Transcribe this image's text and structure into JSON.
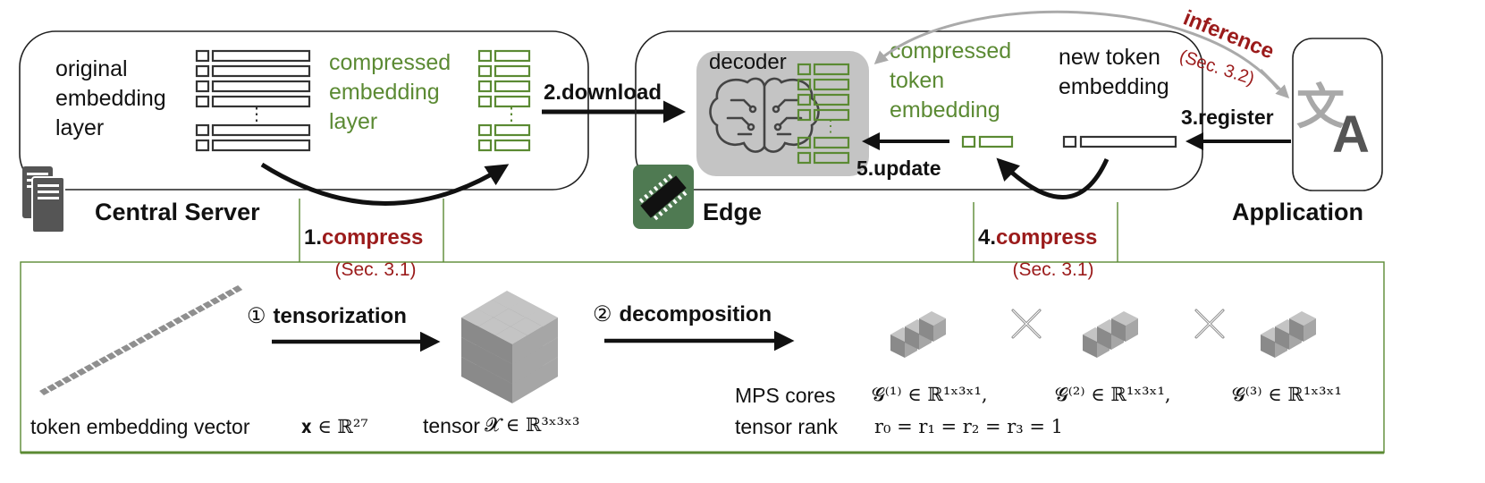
{
  "server": {
    "title": "Central Server",
    "original_label": [
      "original",
      "embedding",
      "layer"
    ],
    "compressed_label": [
      "compressed",
      "embedding",
      "layer"
    ]
  },
  "edge": {
    "title": "Edge",
    "decoder_label": "decoder",
    "compressed_token_label": [
      "compressed",
      "token",
      "embedding"
    ],
    "new_token_label": [
      "new token",
      "embedding"
    ]
  },
  "application": {
    "title": "Application"
  },
  "steps": {
    "compress1_num": "1.",
    "compress1_word": "compress",
    "compress1_ref": "(Sec. 3.1)",
    "download": "2.download",
    "register": "3.register",
    "compress4_num": "4.",
    "compress4_word": "compress",
    "compress4_ref": "(Sec. 3.1)",
    "update": "5.update",
    "inference": "inference",
    "inference_ref": "(Sec. 3.2)"
  },
  "bottom": {
    "step1_symbol": "①",
    "step1_label": "tensorization",
    "step2_symbol": "②",
    "step2_label": "decomposition",
    "vector_label": "token embedding vector",
    "vector_math": "𝐱 ∈ ℝ²⁷",
    "tensor_label": "tensor",
    "tensor_math": "𝓧 ∈ ℝ³ˣ³ˣ³",
    "mps_label": "MPS cores",
    "core1": "𝓖⁽¹⁾ ∈ ℝ¹ˣ³ˣ¹,",
    "core2": "𝓖⁽²⁾ ∈ ℝ¹ˣ³ˣ¹,",
    "core3": "𝓖⁽³⁾ ∈ ℝ¹ˣ³ˣ¹",
    "rank_label": "tensor rank",
    "rank_math": "r₀ = r₁ = r₂ = r₃ = 1"
  },
  "colors": {
    "green": "#5b8a33",
    "red": "#9b1b1b",
    "dark": "#111111",
    "gray_icon": "#555555",
    "cube_gray": "#9a9a9a",
    "chip_green": "#4f7a52",
    "decoder_bg": "#c4c4c4"
  },
  "icons": [
    "server-icon",
    "chip-icon",
    "brain-circuit-icon",
    "translate-icon",
    "multiply-icon"
  ]
}
